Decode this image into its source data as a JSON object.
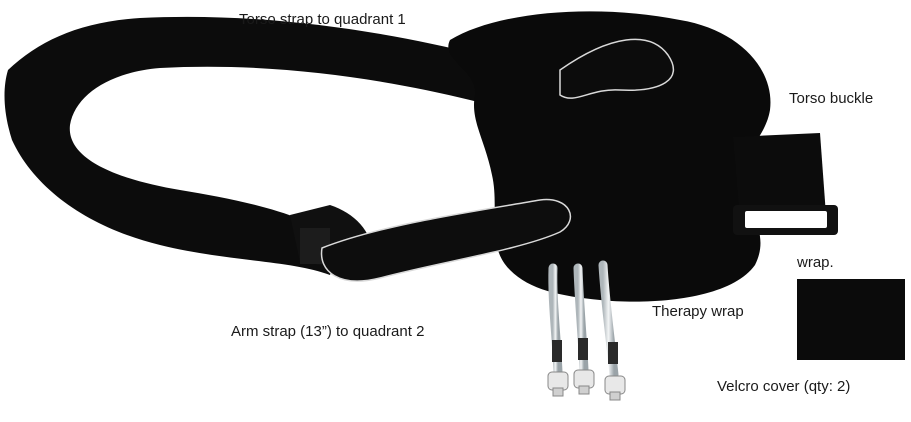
{
  "figure": {
    "labels": {
      "torso_strap": "Torso strap to quadrant 1",
      "torso_buckle": "Torso buckle",
      "wrap_fragment": "wrap.",
      "therapy_wrap": "Therapy wrap",
      "arm_strap": "Arm strap (13”) to quadrant 2",
      "velcro_cover": "Velcro cover (qty: 2)"
    },
    "colors": {
      "background": "#ffffff",
      "fabric": "#0c0c0c",
      "stitching": "#d9d9d9",
      "tubing": "#cfd6da",
      "connector": "#e8e8e8"
    }
  }
}
